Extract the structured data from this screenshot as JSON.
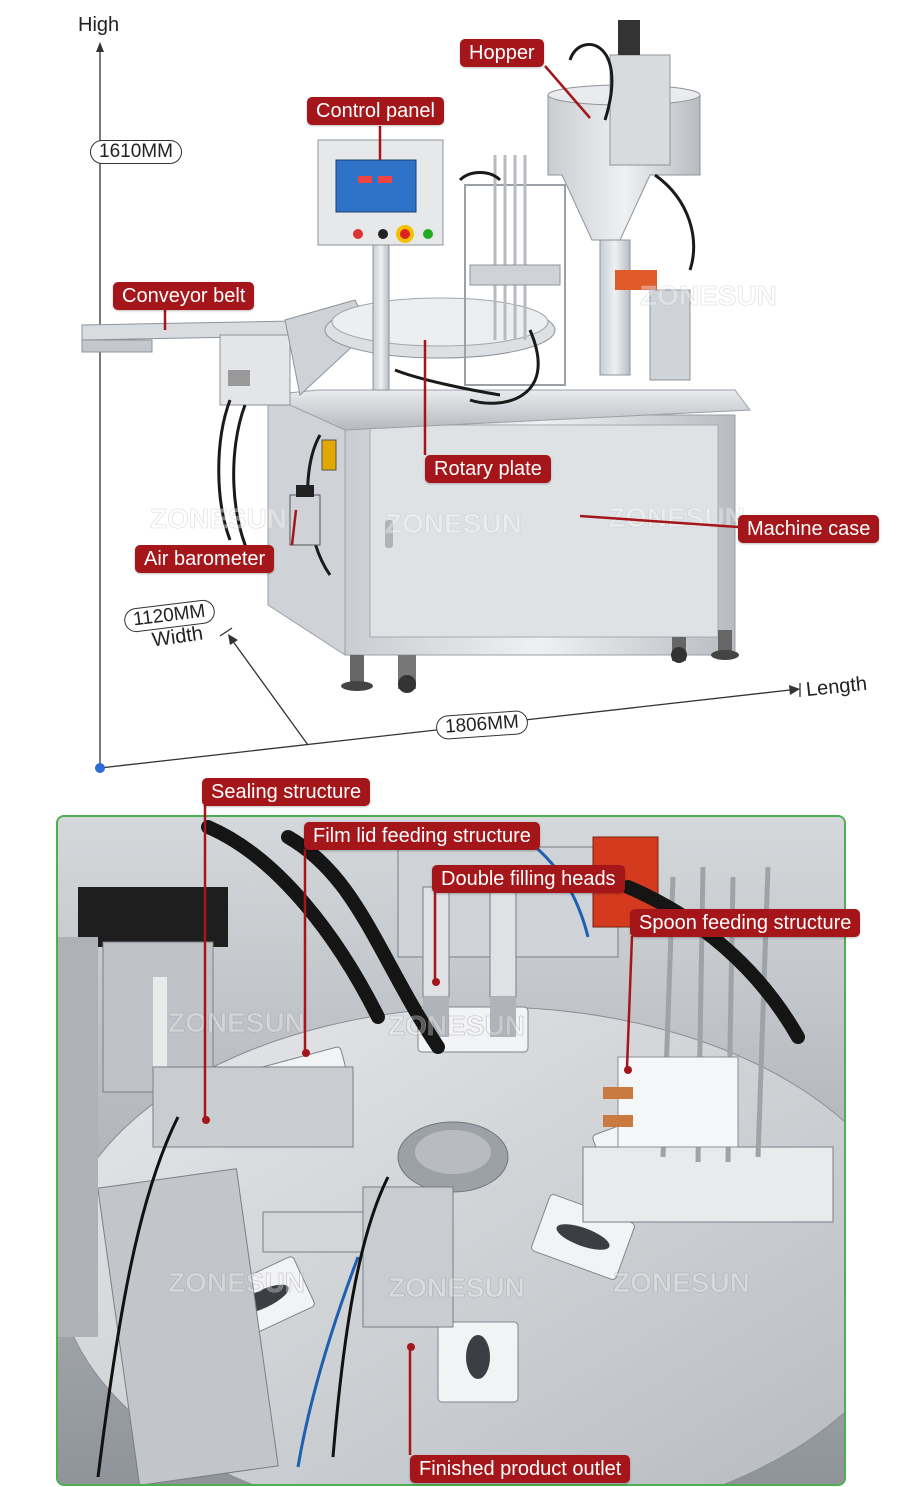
{
  "dimensions": {
    "high_label": "High",
    "height_value": "1610MM",
    "width_value": "1120MM",
    "width_label": "Width",
    "length_value": "1806MM",
    "length_label": "Length"
  },
  "overview_labels": {
    "hopper": "Hopper",
    "control_panel": "Control panel",
    "conveyor_belt": "Conveyor belt",
    "rotary_plate": "Rotary plate",
    "machine_case": "Machine case",
    "air_barometer": "Air barometer"
  },
  "detail_labels": {
    "sealing_structure": "Sealing structure",
    "film_lid_feeding": "Film lid feeding structure",
    "double_filling_heads": "Double filling heads",
    "spoon_feeding": "Spoon feeding structure",
    "finished_product_outlet": "Finished product outlet"
  },
  "watermark": "ZONESUN",
  "colors": {
    "label_bg": "#a4161a",
    "frame_border": "#4caf50",
    "axis_dot": "#2b6cd6"
  }
}
